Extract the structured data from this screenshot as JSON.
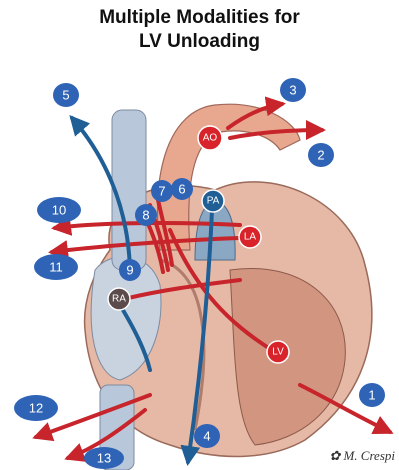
{
  "title": {
    "line1": "Multiple Modalities for",
    "line2": "LV Unloading"
  },
  "structures": {
    "ao": "AO",
    "pa": "PA",
    "la": "LA",
    "ra": "RA",
    "lv": "LV"
  },
  "badges": [
    "1",
    "2",
    "3",
    "4",
    "5",
    "6",
    "7",
    "8",
    "9",
    "10",
    "11",
    "12",
    "13"
  ],
  "signature": "M. Crespi",
  "colors": {
    "badge_blue": "#2f63b5",
    "arrow_red": "#c8242b",
    "vessel_blue": "#1f5f96",
    "node_red": "#d8232a",
    "node_gray": "#5b4b4b",
    "myocardium": "#d9a18e",
    "aorta": "#e8a890"
  }
}
